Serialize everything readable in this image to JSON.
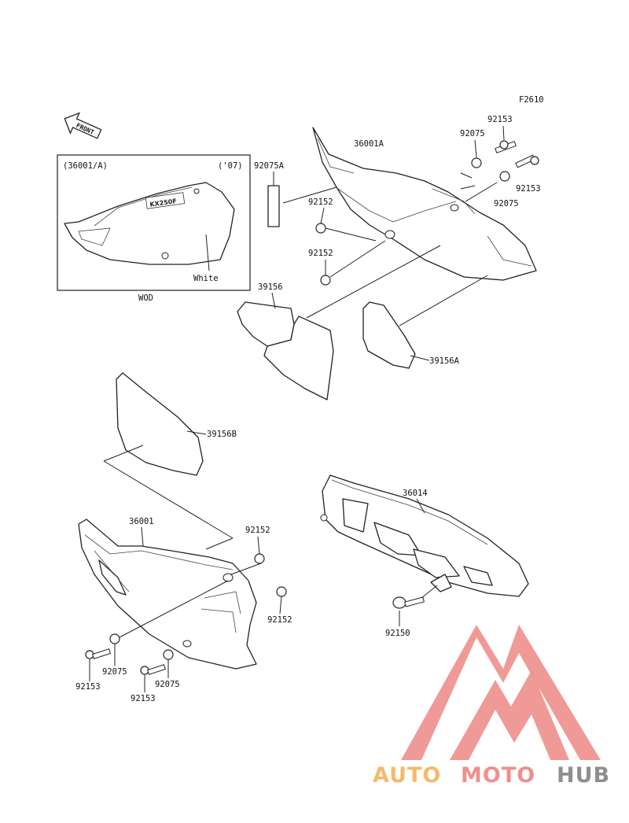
{
  "figure_code": "F2610",
  "front_arrow": "FRONT",
  "inset": {
    "ref_label": "(36001/A)",
    "year_label": "('07)",
    "color_label": "White",
    "caption": "WOD",
    "decal_text": "KX250F"
  },
  "parts": {
    "p36001A": "36001A",
    "p92075A": "92075A",
    "p92075_top": "92075",
    "p92153_top": "92153",
    "p92153_right": "92153",
    "p92075_right": "92075",
    "p92152_top": "92152",
    "p92152_mid": "92152",
    "p39156": "39156",
    "p39156A": "39156A",
    "p39156B": "39156B",
    "p36014": "36014",
    "p36001": "36001",
    "p92152_low1": "92152",
    "p92152_low2": "92152",
    "p92150": "92150",
    "p92075_low1": "92075",
    "p92075_low2": "92075",
    "p92153_low1": "92153",
    "p92153_low2": "92153"
  },
  "watermark": {
    "word1": "AUTO",
    "word2": "MOTO",
    "word3": "HUB",
    "color_auto": "#f6b96a",
    "color_moto": "#ef8f8c",
    "color_hub": "#8f8f8f",
    "color_logo": "#ee8f8c"
  }
}
